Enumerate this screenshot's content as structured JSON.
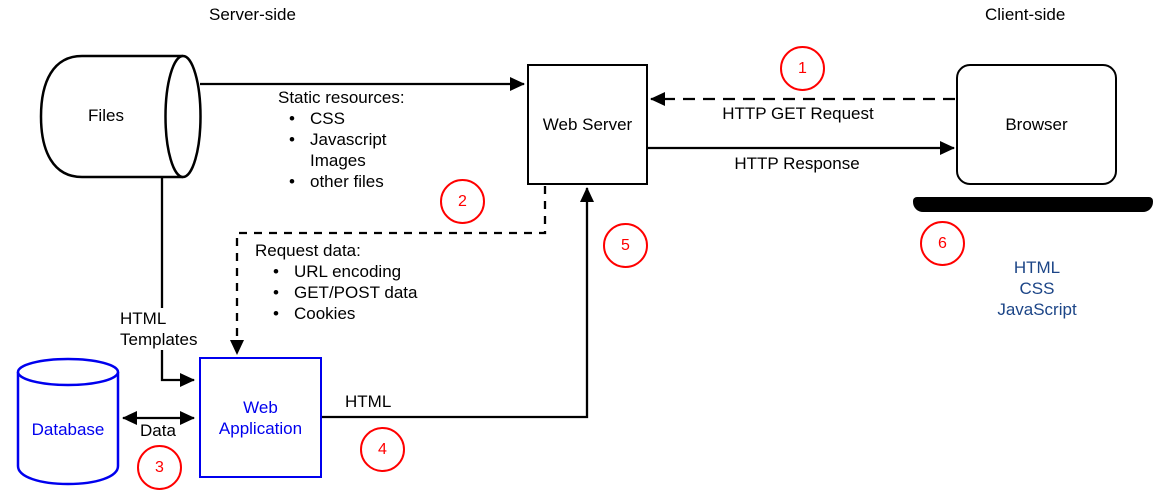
{
  "regions": {
    "server_side": "Server-side",
    "client_side": "Client-side"
  },
  "nodes": {
    "files": "Files",
    "web_server": "Web Server",
    "browser": "Browser",
    "database": "Database",
    "web_application": "Web Application"
  },
  "connections": {
    "static_resources": {
      "title": "Static resources:",
      "items": [
        {
          "bullet": "•",
          "text": "CSS"
        },
        {
          "bullet": "•",
          "text": "Javascript"
        },
        {
          "bullet": "",
          "text": "Images"
        },
        {
          "bullet": "•",
          "text": "other files"
        }
      ]
    },
    "request_data": {
      "title": "Request data:",
      "items": [
        {
          "bullet": "•",
          "text": "URL encoding"
        },
        {
          "bullet": "•",
          "text": "GET/POST data"
        },
        {
          "bullet": "•",
          "text": "Cookies"
        }
      ]
    },
    "http_get_request": "HTTP GET Request",
    "http_response": "HTTP Response",
    "html_templates": "HTML Templates",
    "data": "Data",
    "html": "HTML"
  },
  "browser_renders": {
    "lines": [
      "HTML",
      "CSS",
      "JavaScript"
    ],
    "color": "#1c4587"
  },
  "steps": [
    "1",
    "2",
    "3",
    "4",
    "5",
    "6"
  ],
  "colors": {
    "step_red": "#ff0000",
    "node_blue": "#0000ee",
    "connector_black": "#000000",
    "client_stack_blue": "#1c4587"
  }
}
